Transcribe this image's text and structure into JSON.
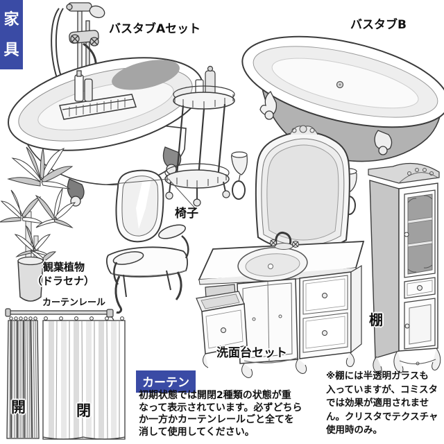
{
  "page": {
    "category": "家具",
    "accent_color": "#3a4ba5"
  },
  "labels": {
    "bathtub_a": "バスタブAセット",
    "bathtub_b": "バスタブB",
    "chair": "椅子",
    "houseplant_line1": "観葉植物",
    "houseplant_line2": "（ドラセナ）",
    "curtain_rail": "カーテンレール",
    "curtain_open": "開",
    "curtain_closed": "閉",
    "washstand": "洗面台セット",
    "shelf": "棚"
  },
  "curtain_section": {
    "header": "カーテン",
    "lines": [
      "初期状態では開閉2種類の状態が重",
      "なって表示されています。必ずどちら",
      "か一方かカーテンレールごと全てを",
      "消して使用してください。"
    ]
  },
  "shelf_note": {
    "lines": [
      "※棚には半透明ガラスも",
      "入っていますが、コミスタ",
      "では効果が適用されませ",
      "ん。クリスタでテクスチャ",
      "使用時のみ。"
    ]
  }
}
